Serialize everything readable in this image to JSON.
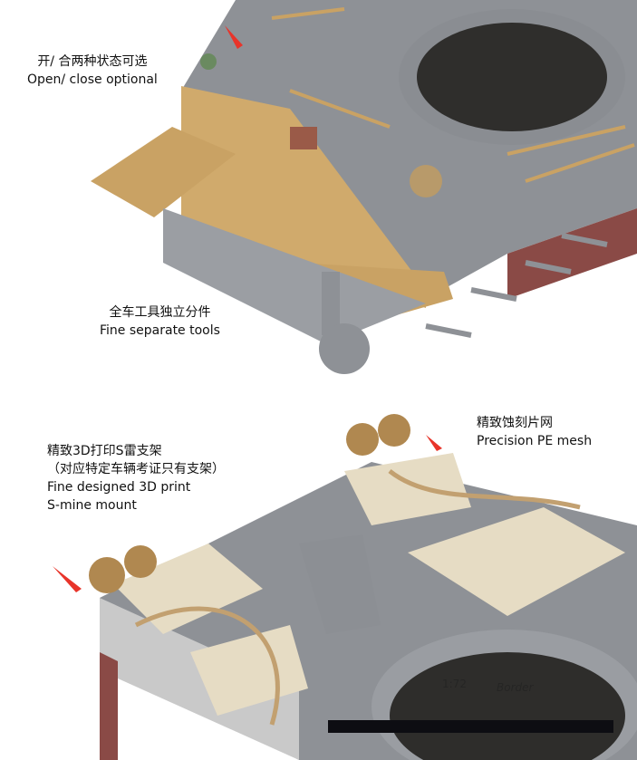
{
  "captions": {
    "open_close": {
      "zh": "开/ 合两种状态可选",
      "en": "Open/ close optional"
    },
    "tools": {
      "zh": "全车工具独立分件",
      "en": "Fine separate tools"
    },
    "smine": {
      "zh": "精致3D打印S雷支架",
      "zh2": "（对应特定车辆考证只有支架）",
      "en": "Fine designed 3D print",
      "en2": "S-mine mount"
    },
    "pe_mesh": {
      "zh": "精致蚀刻片网",
      "en": "Precision PE mesh"
    }
  },
  "watermark": {
    "scale": "1:72",
    "brand": "Border"
  },
  "colors": {
    "hull": "#8e9196",
    "sand": "#d0aa6c",
    "red": "#e8342a",
    "oxide": "#8a4a46"
  }
}
